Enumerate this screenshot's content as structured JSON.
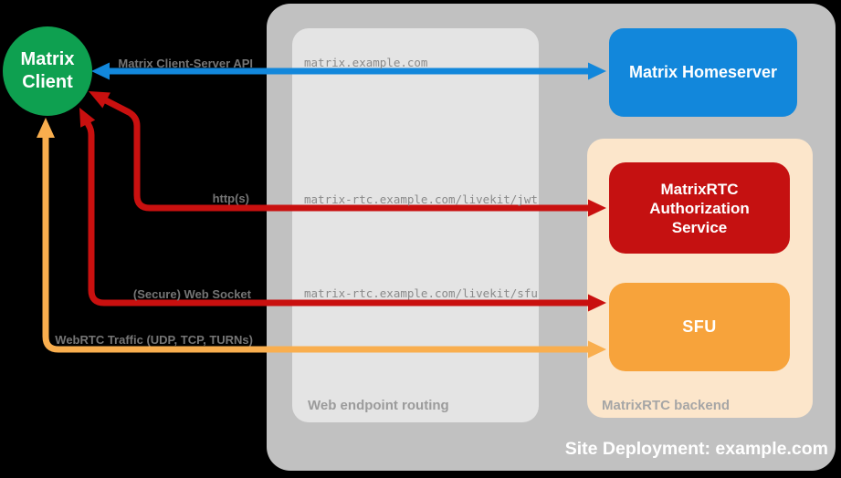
{
  "nodes": {
    "client": "Matrix Client",
    "homeserver": "Matrix Homeserver",
    "auth_service": "MatrixRTC Authorization Service",
    "sfu": "SFU"
  },
  "containers": {
    "site": "Site Deployment: example.com",
    "routing": "Web endpoint routing",
    "backend": "MatrixRTC backend"
  },
  "endpoints": [
    "matrix.example.com",
    "matrix-rtc.example.com/livekit/jwt",
    "matrix-rtc.example.com/livekit/sfu"
  ],
  "connections": [
    {
      "label": "Matrix Client-Server API",
      "color": "#1287DB",
      "from": "Matrix Client",
      "to": "Matrix Homeserver",
      "bidirectional": true
    },
    {
      "label": "http(s)",
      "color": "#C9100F",
      "from": "Matrix Client",
      "to": "MatrixRTC Authorization Service",
      "bidirectional": true
    },
    {
      "label": "(Secure) Web Socket",
      "color": "#C9100F",
      "from": "Matrix Client",
      "to": "SFU",
      "bidirectional": true
    },
    {
      "label": "WebRTC Traffic (UDP, TCP, TURNs)",
      "color": "#F9AE4E",
      "from": "Matrix Client",
      "to": "SFU",
      "bidirectional": true
    }
  ],
  "palette": {
    "background": "#000000",
    "site_container": "#C1C1C1",
    "routing_container": "#E4E4E4",
    "backend_container": "#FCE6CB",
    "client_green": "#0EA050",
    "homeserver_blue": "#1287DB",
    "auth_red": "#C51111",
    "sfu_orange": "#F7A33B",
    "red_arrow": "#C9100F",
    "orange_arrow": "#F9AE4E",
    "label_gray": "#757575",
    "endpoint_gray": "#8A8A8A"
  }
}
